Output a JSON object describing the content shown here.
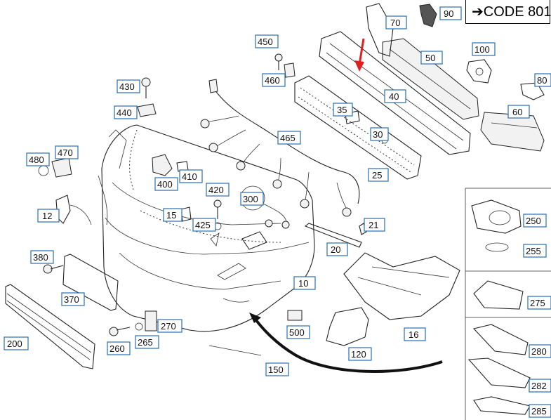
{
  "code_label": {
    "arrow": "➔",
    "text": "CODE 801"
  },
  "labels": [
    {
      "id": "90",
      "text": "90"
    },
    {
      "id": "70",
      "text": "70"
    },
    {
      "id": "50",
      "text": "50"
    },
    {
      "id": "100",
      "text": "100"
    },
    {
      "id": "80",
      "text": "80"
    },
    {
      "id": "40",
      "text": "40"
    },
    {
      "id": "60",
      "text": "60"
    },
    {
      "id": "450",
      "text": "450"
    },
    {
      "id": "460",
      "text": "460"
    },
    {
      "id": "430",
      "text": "430"
    },
    {
      "id": "440",
      "text": "440"
    },
    {
      "id": "35",
      "text": "35"
    },
    {
      "id": "30",
      "text": "30"
    },
    {
      "id": "25",
      "text": "25"
    },
    {
      "id": "465",
      "text": "465"
    },
    {
      "id": "480",
      "text": "480"
    },
    {
      "id": "470",
      "text": "470"
    },
    {
      "id": "410",
      "text": "410"
    },
    {
      "id": "400",
      "text": "400"
    },
    {
      "id": "420",
      "text": "420"
    },
    {
      "id": "300",
      "text": "300"
    },
    {
      "id": "12",
      "text": "12"
    },
    {
      "id": "15",
      "text": "15"
    },
    {
      "id": "425",
      "text": "425"
    },
    {
      "id": "21",
      "text": "21"
    },
    {
      "id": "20",
      "text": "20"
    },
    {
      "id": "250",
      "text": "250"
    },
    {
      "id": "255",
      "text": "255"
    },
    {
      "id": "380",
      "text": "380"
    },
    {
      "id": "10",
      "text": "10"
    },
    {
      "id": "370",
      "text": "370"
    },
    {
      "id": "270",
      "text": "270"
    },
    {
      "id": "275",
      "text": "275"
    },
    {
      "id": "500",
      "text": "500"
    },
    {
      "id": "16",
      "text": "16"
    },
    {
      "id": "200",
      "text": "200"
    },
    {
      "id": "260",
      "text": "260"
    },
    {
      "id": "265",
      "text": "265"
    },
    {
      "id": "120",
      "text": "120"
    },
    {
      "id": "280",
      "text": "280"
    },
    {
      "id": "150",
      "text": "150"
    },
    {
      "id": "282",
      "text": "282"
    },
    {
      "id": "285",
      "text": "285"
    }
  ],
  "colors": {
    "label_border": "#2a6fb0",
    "indicator_arrow": "#e02020",
    "line": "#222222"
  }
}
